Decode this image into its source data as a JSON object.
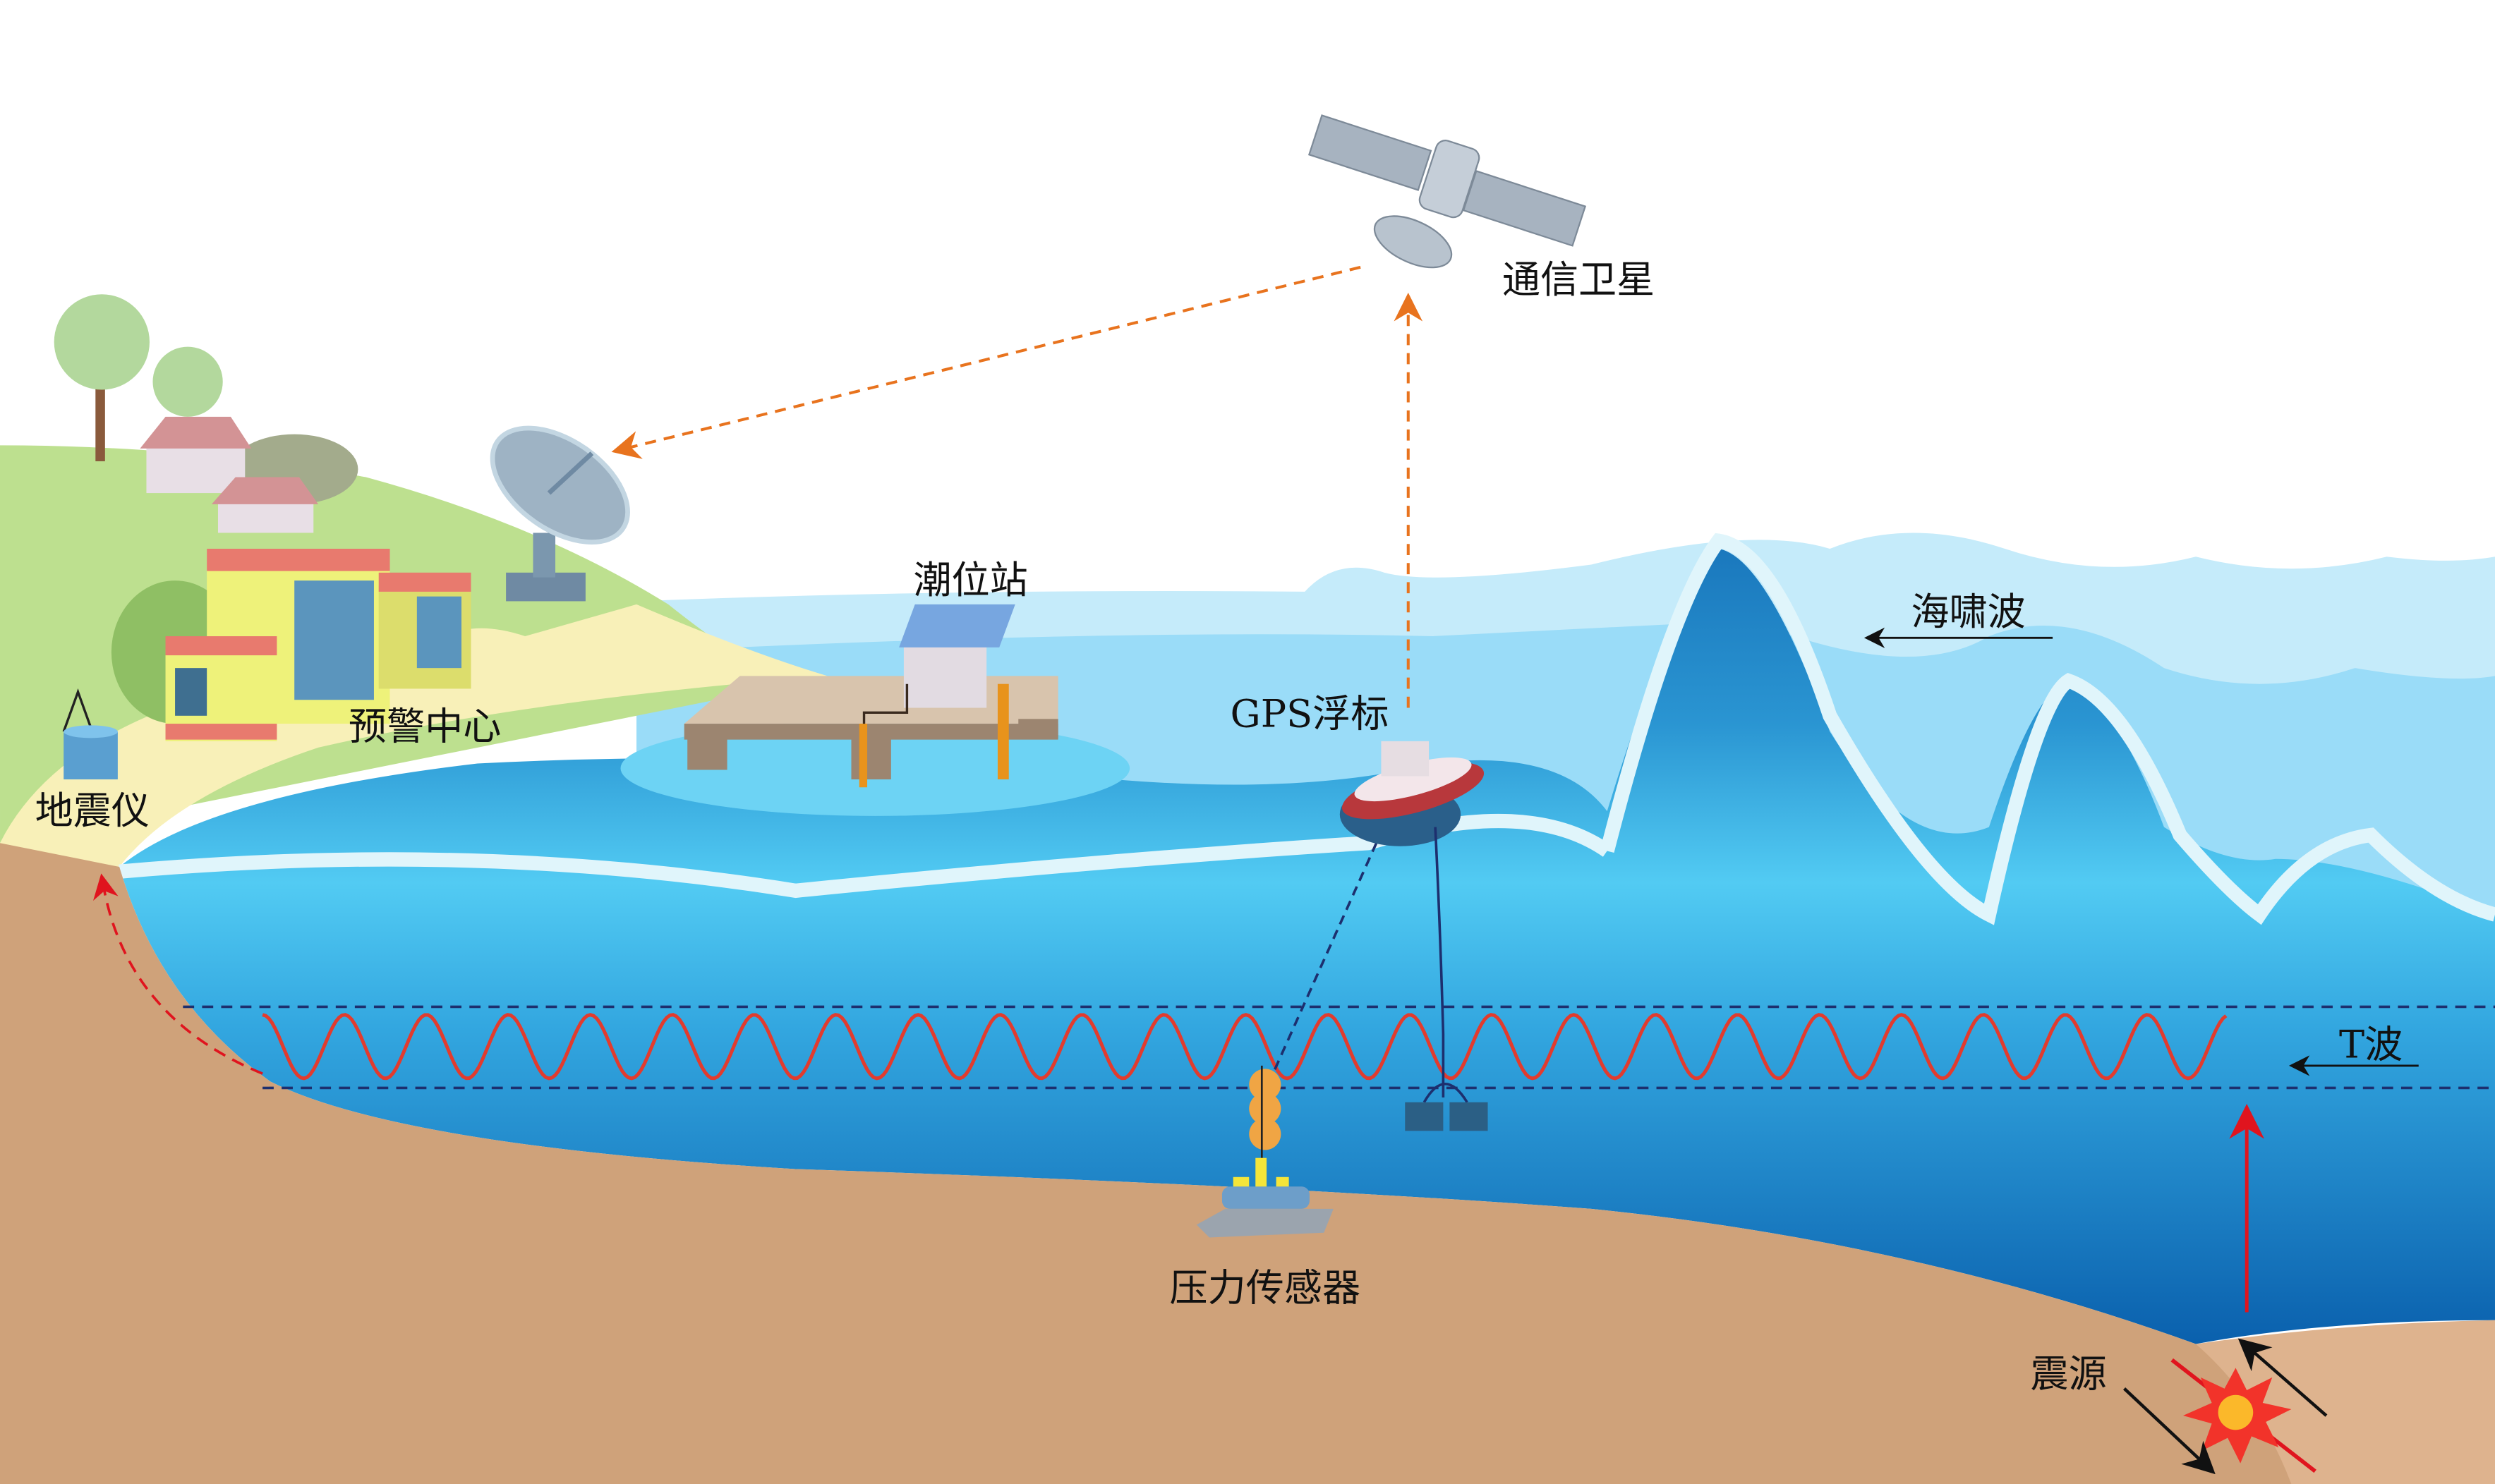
{
  "labels": {
    "satellite": "通信卫星",
    "tide_station": "潮位站",
    "warning_center": "预警中心",
    "seismometer": "地震仪",
    "gps_buoy": "GPS浮标",
    "tsunami_wave": "海啸波",
    "t_wave": "T波",
    "pressure_sensor": "压力传感器",
    "epicenter": "震源"
  },
  "colors": {
    "signal": "#e8731e",
    "t_wave": "#e23b2e",
    "deep_water": "#1574b0",
    "seabed": "#cfa27a",
    "land": "#bde08f",
    "sand": "#f8f0b8"
  }
}
